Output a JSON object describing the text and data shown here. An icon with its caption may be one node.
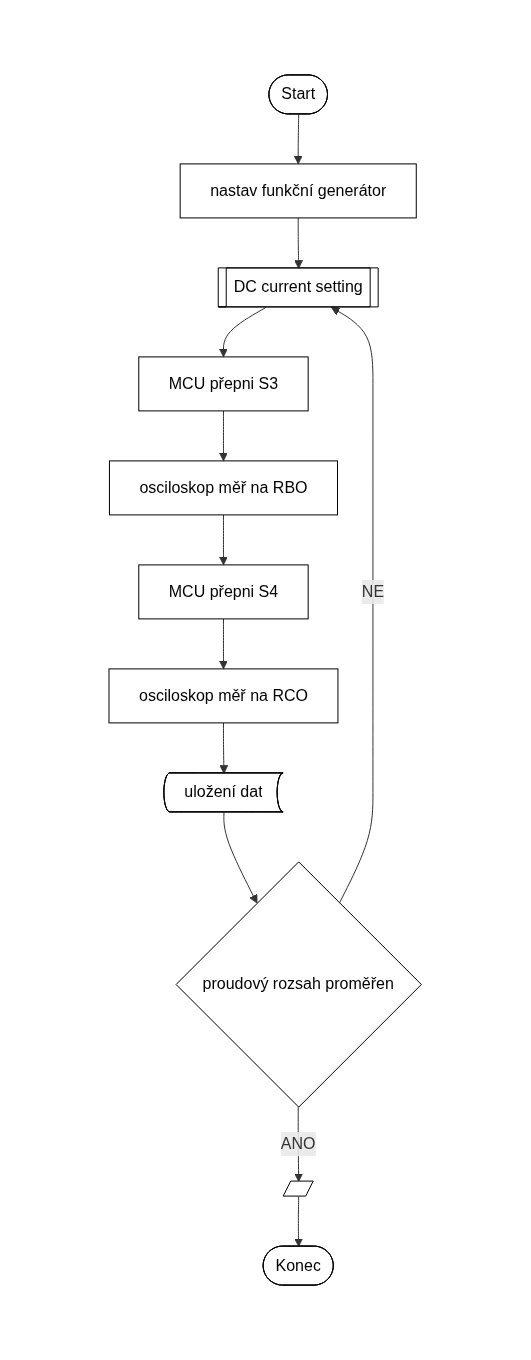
{
  "diagram": {
    "nodes": [
      {
        "text": [
          "Start"
        ]
      },
      {
        "text": [
          "nastav funkční generátor"
        ]
      },
      {
        "text": [
          "DC current setting"
        ]
      },
      {
        "text": [
          "MCU přepni S3"
        ]
      },
      {
        "text": [
          "osciloskop měř na RBO"
        ]
      },
      {
        "text": [
          "MCU přepni S4"
        ]
      },
      {
        "text": [
          "osciloskop měř na RCO"
        ]
      },
      {
        "text": [
          "uložení dat"
        ]
      },
      {
        "text": [
          "proudový rozsah proměřen"
        ]
      },
      {
        "text": [],
        "shape": "parallelogram"
      },
      {
        "text": [
          "Konec"
        ]
      }
    ],
    "edges": [
      {
        "from": 0,
        "to": 1,
        "arrow": "to"
      },
      {
        "from": 1,
        "to": 2,
        "arrow": "to"
      },
      {
        "from": 2,
        "to": 3,
        "arrow": "to"
      },
      {
        "from": 3,
        "to": 4,
        "arrow": "to"
      },
      {
        "from": 4,
        "to": 5,
        "arrow": "to"
      },
      {
        "from": 5,
        "to": 6,
        "arrow": "to"
      },
      {
        "from": 6,
        "to": 7,
        "arrow": "to"
      },
      {
        "from": 7,
        "to": 8,
        "arrow": "to"
      },
      {
        "from": 8,
        "to": 2,
        "label": "NE",
        "arrow": "to"
      },
      {
        "from": 8,
        "to": 9,
        "label": "ANO",
        "arrow": "to"
      },
      {
        "from": 9,
        "to": 10,
        "arrow": "to"
      }
    ]
  }
}
